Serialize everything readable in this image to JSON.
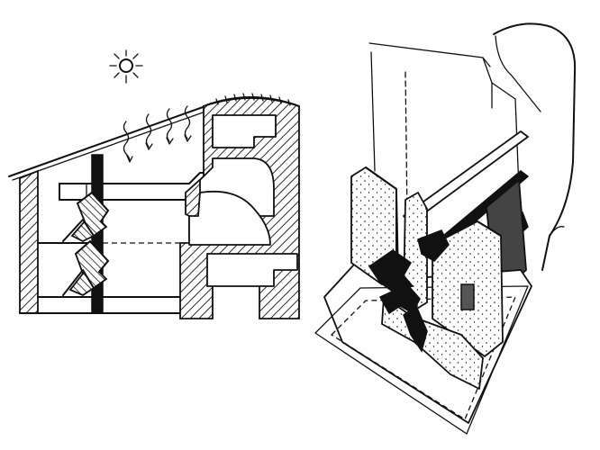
{
  "figure": {
    "left_sketch": "building-section",
    "right_sketch": "axonometric-view",
    "icons": [
      "sun-icon",
      "heat-wave-arrows"
    ],
    "colors": {
      "ink": "#111111",
      "paper": "#ffffff"
    }
  }
}
